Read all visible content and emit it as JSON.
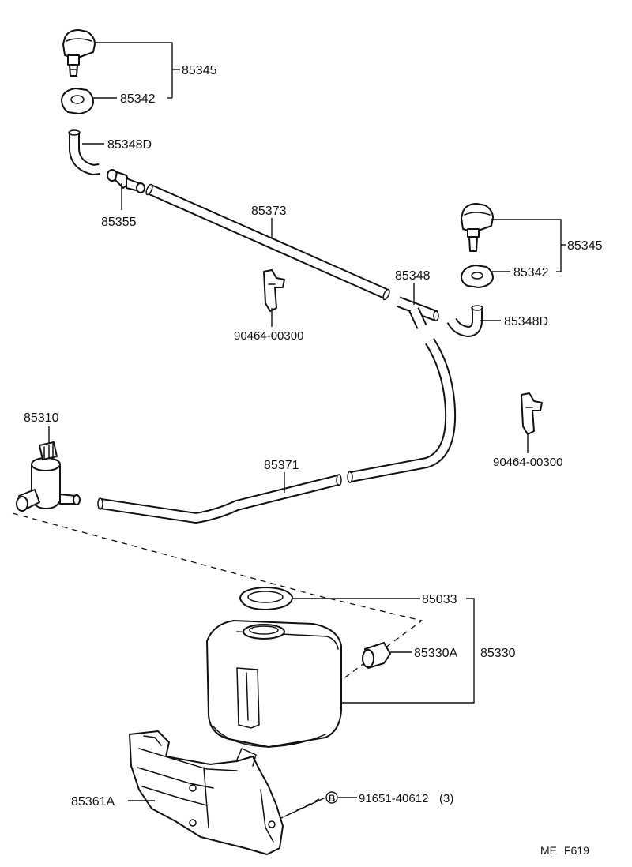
{
  "labels": {
    "nozzle_assy_left": "85345",
    "nozzle_gasket_left": "85342",
    "hose_elbow_left": "85348D",
    "joint_left": "85355",
    "hose_upper": "85373",
    "clip_center": "90464-00300",
    "joint_right": "85348",
    "nozzle_assy_right": "85345",
    "nozzle_gasket_right": "85342",
    "hose_elbow_right": "85348D",
    "pump": "85310",
    "clip_right": "90464-00300",
    "hose_lower": "85371",
    "tank_cap": "85033",
    "grommet": "85330A",
    "tank_assy": "85330",
    "bracket": "85361A",
    "bolt_symbol": "B",
    "bolt": "91651-40612",
    "bolt_qty": "(3)",
    "footer_code": "ME",
    "footer_fig": "F619"
  }
}
